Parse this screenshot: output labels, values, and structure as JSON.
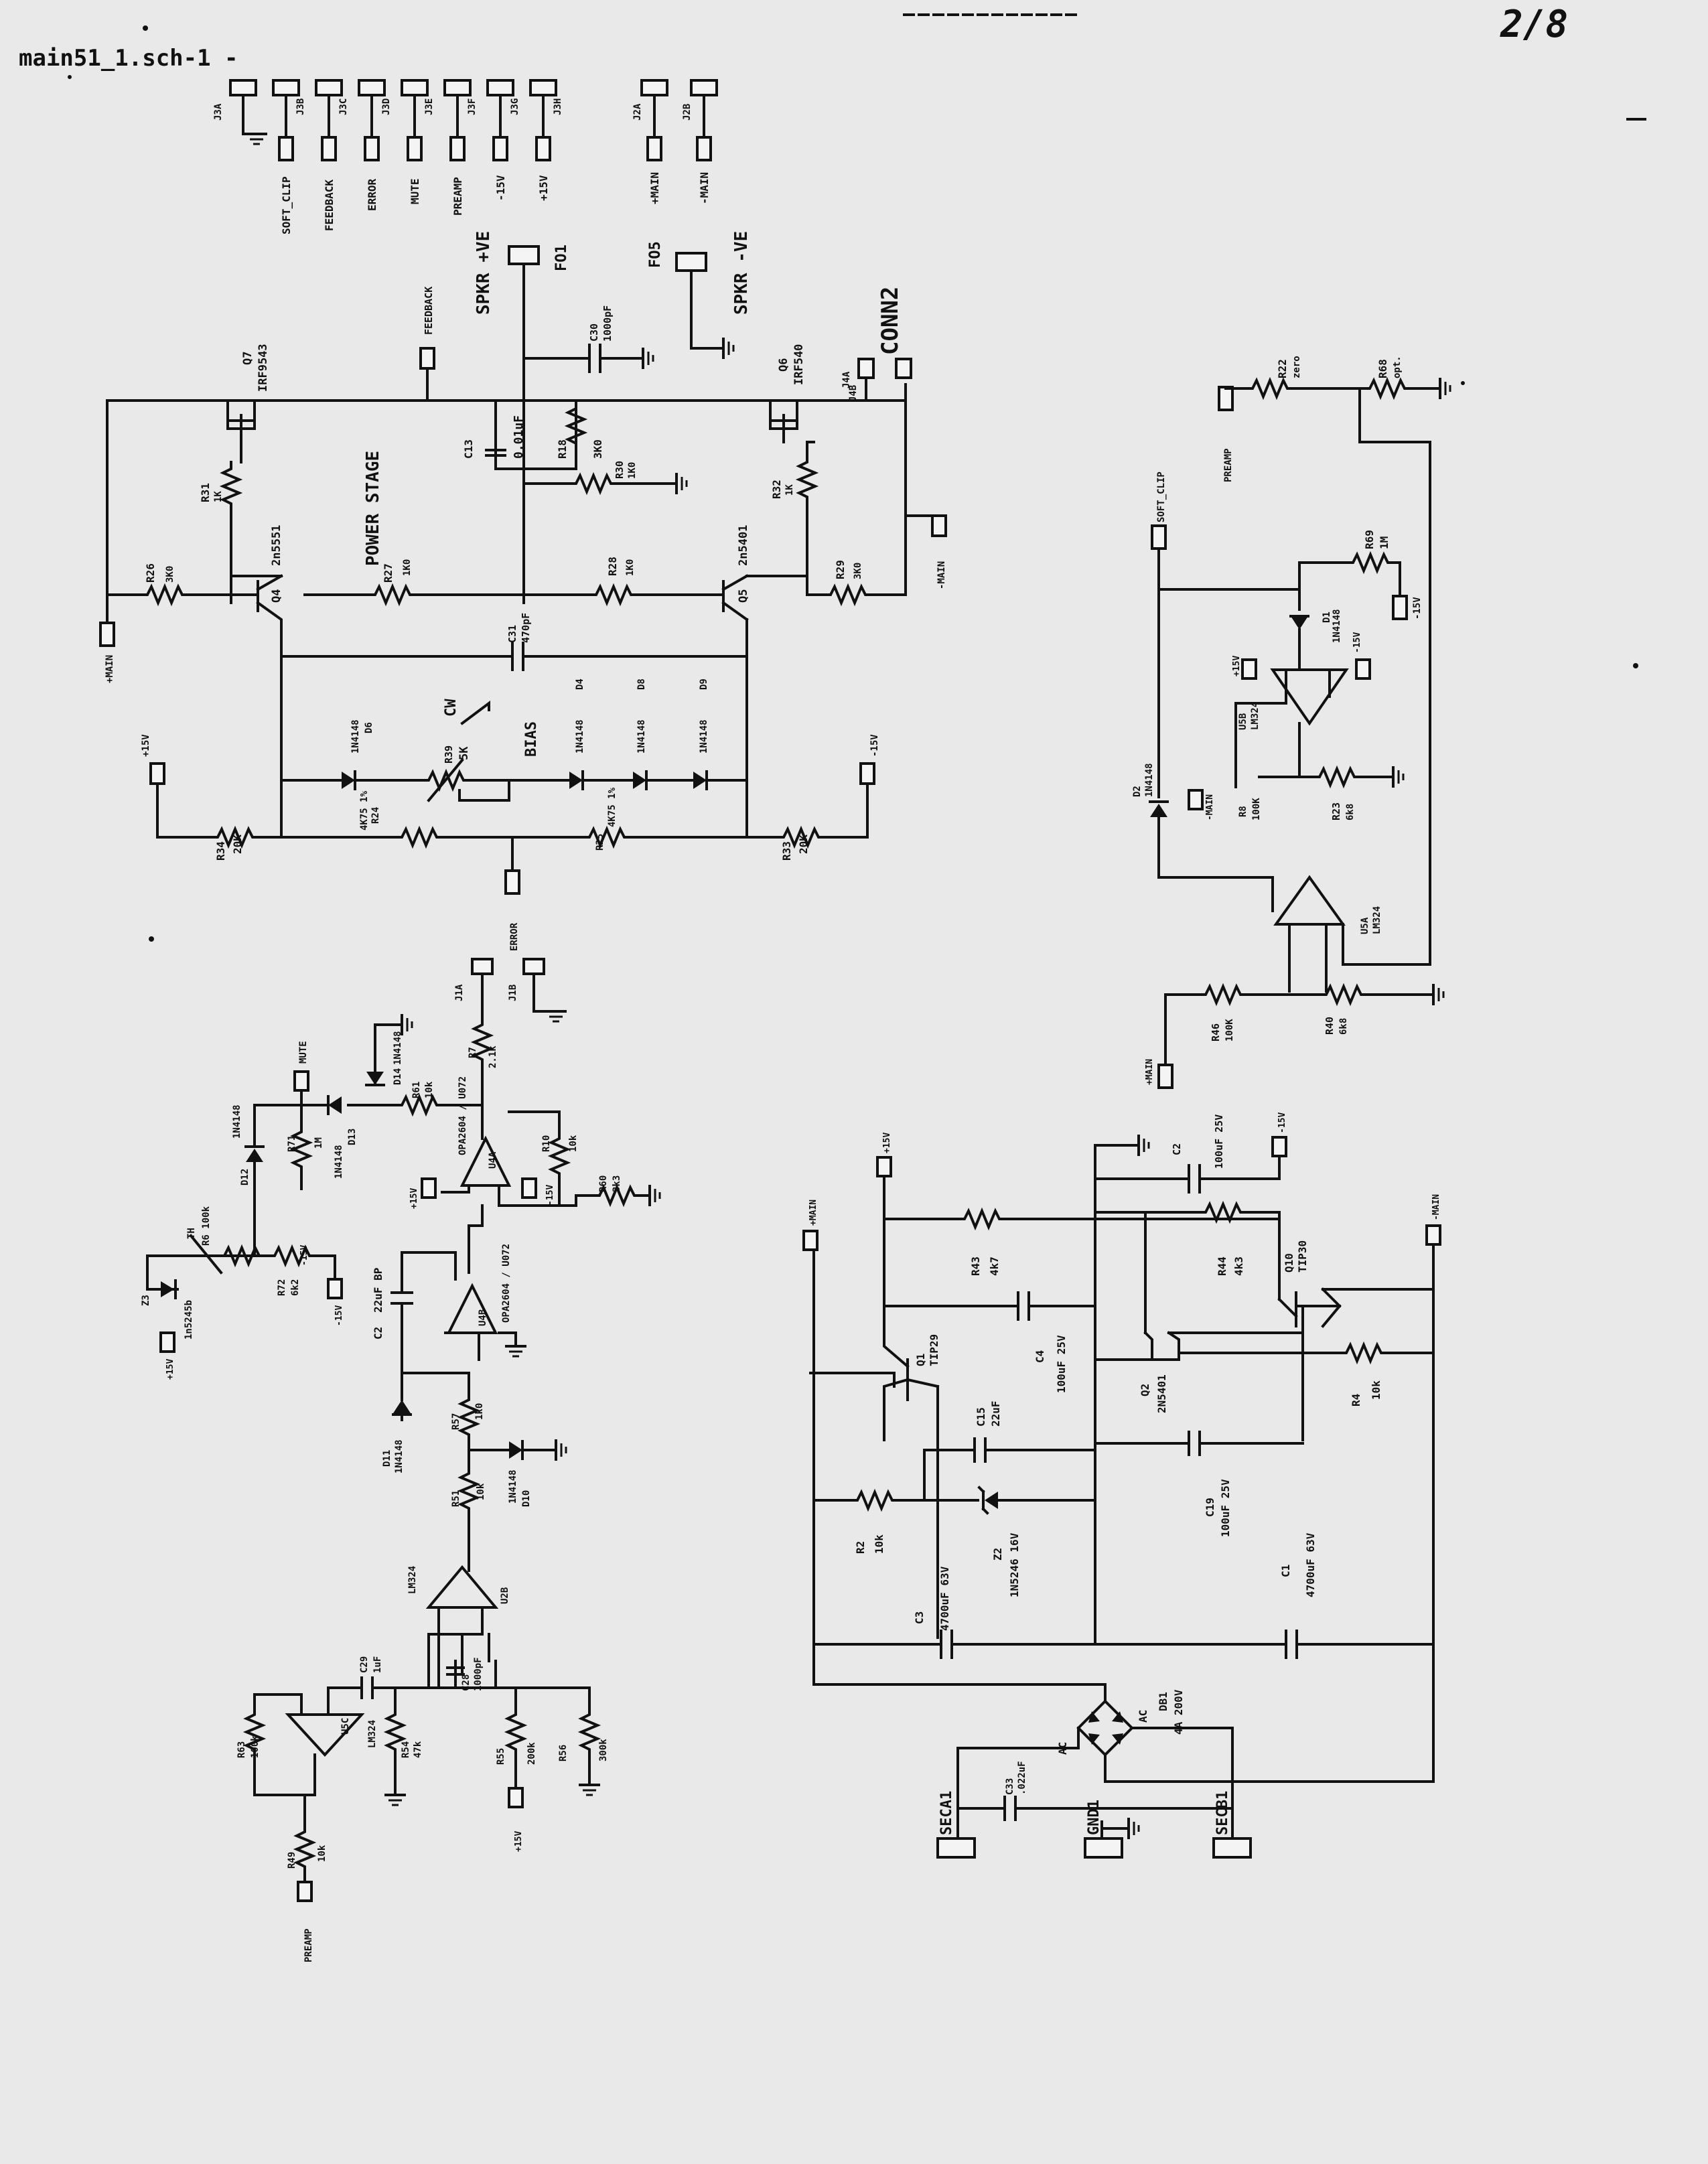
{
  "header": {
    "filename": "main51_1.sch-1 -",
    "page_number": "2/8"
  },
  "top_connectors": [
    {
      "ref": "J3A",
      "net": ""
    },
    {
      "ref": "J3B",
      "net": "SOFT_CLIP"
    },
    {
      "ref": "J3C",
      "net": "FEEDBACK"
    },
    {
      "ref": "J3D",
      "net": "ERROR"
    },
    {
      "ref": "J3E",
      "net": "MUTE"
    },
    {
      "ref": "J3F",
      "net": "PREAMP"
    },
    {
      "ref": "J3G",
      "net": "-15V"
    },
    {
      "ref": "J3H",
      "net": "+15V"
    },
    {
      "ref": "J2A",
      "net": "+MAIN"
    },
    {
      "ref": "J2B",
      "net": "-MAIN"
    }
  ],
  "power_stage": {
    "title": "POWER STAGE",
    "fo1": "FO1",
    "spkr_pos": "SPKR +VE",
    "fo5": "FO5",
    "spkr_neg": "SPKR -VE",
    "conn2": "CONN2",
    "j4b": "J4B",
    "j4a": "J4A",
    "feedback": "FEEDBACK",
    "c30": {
      "ref": "C30",
      "value": "1000pF"
    },
    "q7": {
      "ref": "Q7",
      "part": "IRF9543"
    },
    "q6": {
      "ref": "Q6",
      "part": "IRF540"
    },
    "c13": {
      "ref": "C13",
      "value": "0.01uF"
    },
    "r18": {
      "ref": "R18",
      "value": "3K0"
    },
    "r30": {
      "ref": "R30",
      "value": "1K0"
    },
    "r31": {
      "ref": "R31",
      "value": "1K"
    },
    "r32": {
      "ref": "R32",
      "value": "1K"
    },
    "r26": {
      "ref": "R26",
      "value": "3K0"
    },
    "r27": {
      "ref": "R27",
      "value": "1K0"
    },
    "r28": {
      "ref": "R28",
      "value": "1K0"
    },
    "r29": {
      "ref": "R29",
      "value": "3K0"
    },
    "q4": {
      "ref": "Q4",
      "part": "2n5551"
    },
    "q5": {
      "ref": "Q5",
      "part": "2n5401"
    },
    "c31": {
      "ref": "C31",
      "value": "470pF"
    },
    "cw": "CW",
    "bias": "BIAS",
    "r39": {
      "ref": "R39",
      "value": "5K"
    },
    "d6": {
      "ref": "D6",
      "part": "1N4148"
    },
    "d4": {
      "ref": "D4",
      "part": "1N4148"
    },
    "d8": {
      "ref": "D8",
      "part": "1N4148"
    },
    "d9": {
      "ref": "D9",
      "part": "1N4148"
    },
    "r34": {
      "ref": "R34",
      "value": "20K"
    },
    "r24": {
      "ref": "R24",
      "value": "4K75 1%"
    },
    "r25": {
      "ref": "R25",
      "value": "4K75 1%"
    },
    "r33": {
      "ref": "R33",
      "value": "20K"
    },
    "p15v": "+15V",
    "n15v": "-15V",
    "pmain": "+MAIN",
    "nmain": "-MAIN",
    "error": "ERROR"
  },
  "soft_clip": {
    "preamp": "PREAMP",
    "soft_clip": "SOFT_CLIP",
    "r22": {
      "ref": "R22",
      "value": "zero"
    },
    "r68": {
      "ref": "R68",
      "value": "opt."
    },
    "r69": {
      "ref": "R69",
      "value": "1M"
    },
    "d1": {
      "ref": "D1",
      "part": "1N4148"
    },
    "d2": {
      "ref": "D2",
      "part": "1N4148"
    },
    "u5b": {
      "ref": "U5B",
      "part": "LM324"
    },
    "u5a": {
      "ref": "U5A",
      "part": "LM324"
    },
    "r8": {
      "ref": "R8",
      "value": "100K"
    },
    "r23": {
      "ref": "R23",
      "value": "6k8"
    },
    "r46": {
      "ref": "R46",
      "value": "100K"
    },
    "r40": {
      "ref": "R40",
      "value": "6k8"
    },
    "p15v": "+15V",
    "n15v": "-15V",
    "nmain": "-MAIN",
    "pmain": "+MAIN"
  },
  "input_stage": {
    "j1a": "J1A",
    "j1b": "J1B",
    "r7": {
      "ref": "R7",
      "value": "2.1k"
    },
    "mute": "MUTE",
    "d14": {
      "ref": "D14",
      "part": "1N4148"
    },
    "d13": {
      "ref": "D13",
      "part": "1N4148"
    },
    "d12": {
      "ref": "D12",
      "part": "1N4148"
    },
    "r61": {
      "ref": "R61",
      "value": "10k"
    },
    "r71": {
      "ref": "R71",
      "value": "1M"
    },
    "u4a": {
      "ref": "U4A",
      "part": "OPA2604 / U072"
    },
    "r10": {
      "ref": "R10",
      "value": "10k"
    },
    "r60": {
      "ref": "R60",
      "value": "3k3"
    },
    "rt": {
      "ref": "TH",
      "value": "R6 100k"
    },
    "r72": {
      "ref": "R72",
      "value": "6k2"
    },
    "z3": {
      "ref": "Z3",
      "part": "1n5245b"
    },
    "c2": {
      "ref": "C2",
      "value": "22uF BP"
    },
    "u4b": {
      "ref": "U4B",
      "part": "OPA2604 / U072"
    },
    "r57": {
      "ref": "R57",
      "value": "1k0"
    },
    "d11": {
      "ref": "D11",
      "part": "1N4148"
    },
    "d10": {
      "ref": "D10",
      "part": "1N4148"
    },
    "r51": {
      "ref": "R51",
      "value": "10k"
    },
    "u2b": {
      "ref": "U2B",
      "part": "LM324"
    },
    "c29": {
      "ref": "C29",
      "value": "1uF"
    },
    "c28": {
      "ref": "C28",
      "value": "1000pF"
    },
    "u5c": {
      "ref": "U5C",
      "part": "LM324"
    },
    "r63": {
      "ref": "R63",
      "value": "100k"
    },
    "r54": {
      "ref": "R54",
      "value": "47k"
    },
    "r55": {
      "ref": "R55",
      "value": "200k"
    },
    "r56": {
      "ref": "R56",
      "value": "300k"
    },
    "r49": {
      "ref": "R49",
      "value": "10k"
    },
    "preamp": "PREAMP",
    "p15v": "+15V",
    "n15v": "-15V"
  },
  "power_supply": {
    "p15v": "+15V",
    "n15v": "-15V",
    "pmain": "+MAIN",
    "nmain": "-MAIN",
    "c2": {
      "ref": "C2",
      "value": "100uF 25V"
    },
    "r43": {
      "ref": "R43",
      "value": "4k7"
    },
    "r44": {
      "ref": "R44",
      "value": "4k3"
    },
    "q10": {
      "ref": "Q10",
      "part": "TIP30"
    },
    "q1": {
      "ref": "Q1",
      "part": "TIP29"
    },
    "q2": {
      "ref": "Q2",
      "part": "2N5401"
    },
    "c4": {
      "ref": "C4",
      "value": "100uF 25V"
    },
    "r4": {
      "ref": "R4",
      "value": "10k"
    },
    "c15": {
      "ref": "C15",
      "value": "22uF"
    },
    "c19": {
      "ref": "C19",
      "value": "100uF 25V"
    },
    "r2": {
      "ref": "R2",
      "value": "10k"
    },
    "z2": {
      "ref": "Z2",
      "part": "1N5246 16V"
    },
    "c3": {
      "ref": "C3",
      "value": "4700uF 63V"
    },
    "c1": {
      "ref": "C1",
      "value": "4700uF 63V"
    },
    "db1": {
      "ref": "DB1",
      "value": "4A 200V"
    },
    "ac": "AC",
    "c33": {
      "ref": "C33",
      "value": ".022uF"
    },
    "seca1": "SECA1",
    "gnd1": "GND1",
    "secb1": "SECB1"
  }
}
